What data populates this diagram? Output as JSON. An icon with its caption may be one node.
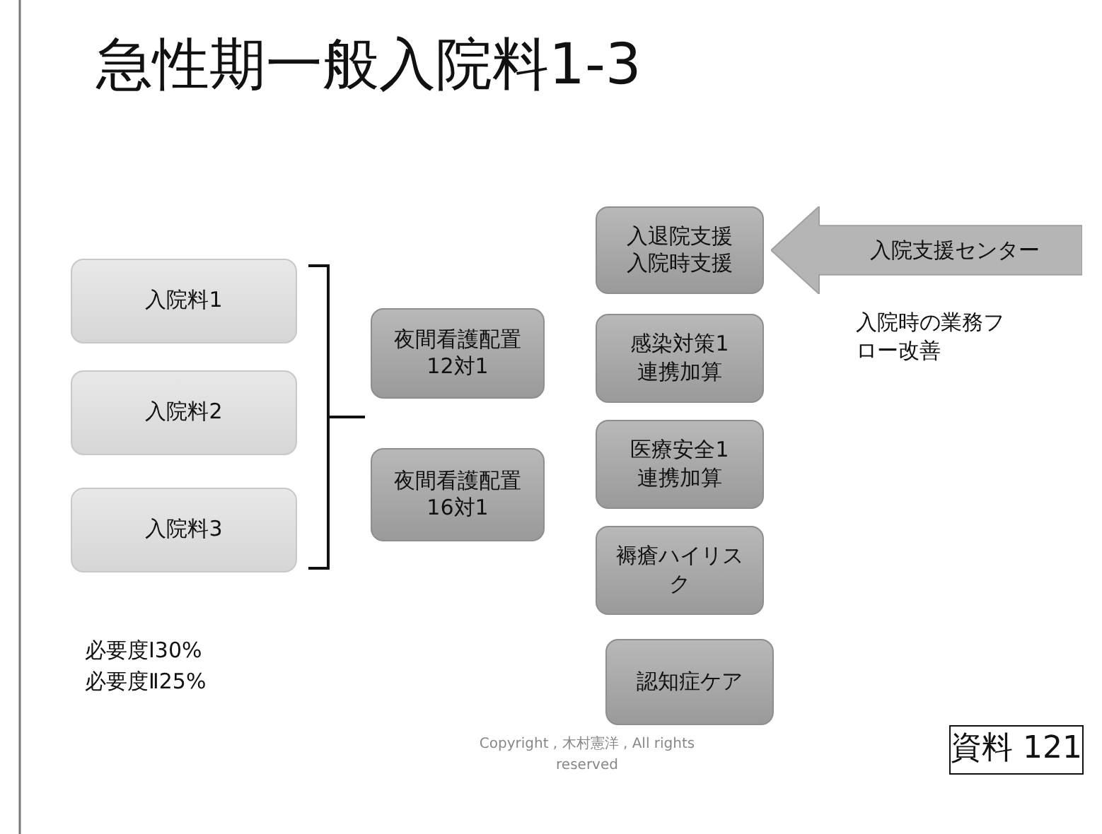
{
  "diagram": {
    "title": "急性期一般入院料1-3",
    "nodes": [
      {
        "text": [
          "入院料1"
        ]
      },
      {
        "text": [
          "入院料2"
        ]
      },
      {
        "text": [
          "入院料3"
        ]
      },
      {
        "text": [
          "夜間看護配置12対1"
        ]
      },
      {
        "text": [
          "夜間看護配置16対1"
        ]
      },
      {
        "text": [
          "入退院支援入院時支援"
        ]
      },
      {
        "text": [
          "感染対策1連携加算"
        ]
      },
      {
        "text": [
          "医療安全1連携加算"
        ]
      },
      {
        "text": [
          "褥瘡ハイリスク"
        ]
      },
      {
        "text": [
          "認知症ケア"
        ]
      },
      {
        "text": [
          "入院支援センター"
        ],
        "beside": [
          "入院時の業務フロー改善"
        ]
      }
    ],
    "labels": [
      "必要度Ⅰ30%",
      "必要度Ⅱ25%",
      "Copyright , 木村憲洋 , All rights reserved",
      "資料 121"
    ]
  }
}
